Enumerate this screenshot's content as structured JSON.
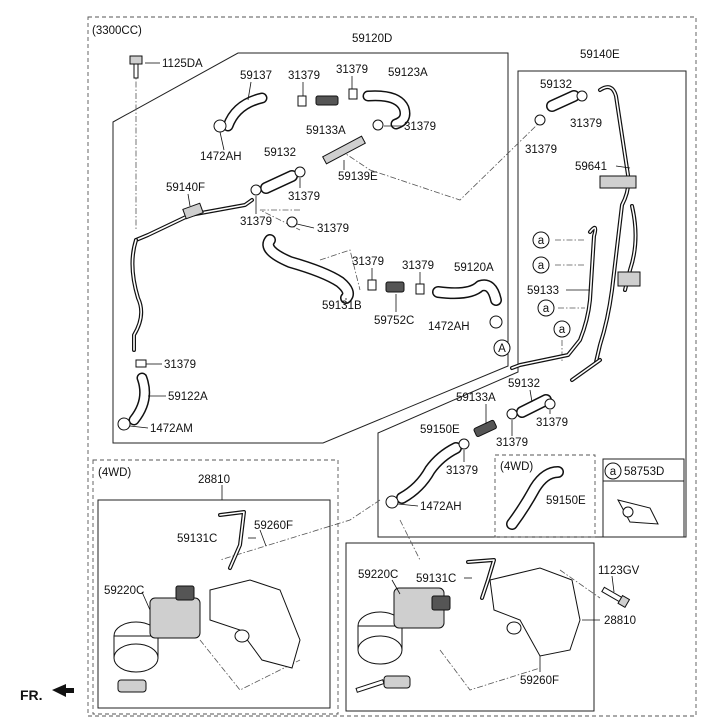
{
  "section_labels": {
    "main": "(3300CC)",
    "left_4wd": "(4WD)",
    "right_4wd": "(4WD)"
  },
  "callout_letters": {
    "small": "a",
    "large": "A"
  },
  "front_indicator": "FR.",
  "part_numbers": {
    "p1125DA": "1125DA",
    "p59120D": "59120D",
    "p59137": "59137",
    "p31379_a": "31379",
    "p31379_b": "31379",
    "p59123A": "59123A",
    "p59133A_a": "59133A",
    "p31379_c": "31379",
    "p1472AH_a": "1472AH",
    "p59132_a": "59132",
    "p59139E": "59139E",
    "p59140F": "59140F",
    "p31379_d": "31379",
    "p31379_e": "31379",
    "p31379_f": "31379",
    "p59131B": "59131B",
    "p31379_g": "31379",
    "p31379_h": "31379",
    "p59120A": "59120A",
    "p59752C": "59752C",
    "p1472AH_b": "1472AH",
    "p31379_i": "31379",
    "p59122A": "59122A",
    "p1472AM": "1472AM",
    "p59140E": "59140E",
    "p59132_b": "59132",
    "p31379_j": "31379",
    "p31379_k": "31379",
    "p59641": "59641",
    "p59133": "59133",
    "p59132_c": "59132",
    "p59133A_b": "59133A",
    "p31379_l": "31379",
    "p31379_m": "31379",
    "p59150E_a": "59150E",
    "p31379_n": "31379",
    "p1472AH_c": "1472AH",
    "p59150E_b": "59150E",
    "p58753D": "58753D",
    "p28810_a": "28810",
    "p59131C_a": "59131C",
    "p59260F_a": "59260F",
    "p59220C_a": "59220C",
    "p59220C_b": "59220C",
    "p59131C_b": "59131C",
    "p1123GV": "1123GV",
    "p28810_b": "28810",
    "p59260F_b": "59260F"
  }
}
